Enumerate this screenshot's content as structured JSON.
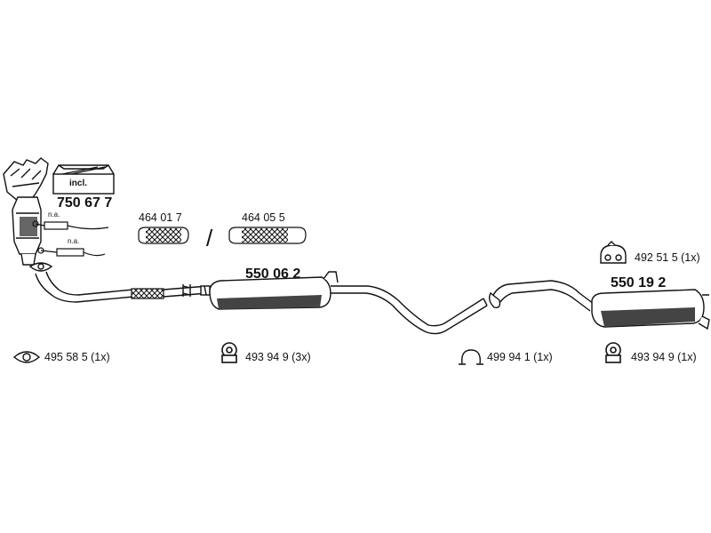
{
  "labels": {
    "manifold_part": "750 67 7",
    "manifold_incl": "incl.",
    "na_top": "n.a.",
    "na_bottom": "n.a.",
    "flex_a": "464 01 7",
    "flex_b": "464 05 5",
    "separator": "/",
    "middle_muffler": "550 06 2",
    "rear_muffler": "550 19 2",
    "mount_top_right": "492 51 5 (1x)",
    "gasket_left": "495 58 5 (1x)",
    "hanger_center": "493 94 9 (3x)",
    "clamp_right": "499 94 1 (1x)",
    "hanger_right": "493 94 9 (1x)"
  },
  "colors": {
    "line": "#111111",
    "shade": "#444444",
    "bg": "#ffffff"
  },
  "icons": [
    "box-icon",
    "gasket-icon",
    "hanger-icon",
    "clamp-icon",
    "rubber-mount-icon",
    "flex-pipe-icon",
    "sensor-icon"
  ]
}
